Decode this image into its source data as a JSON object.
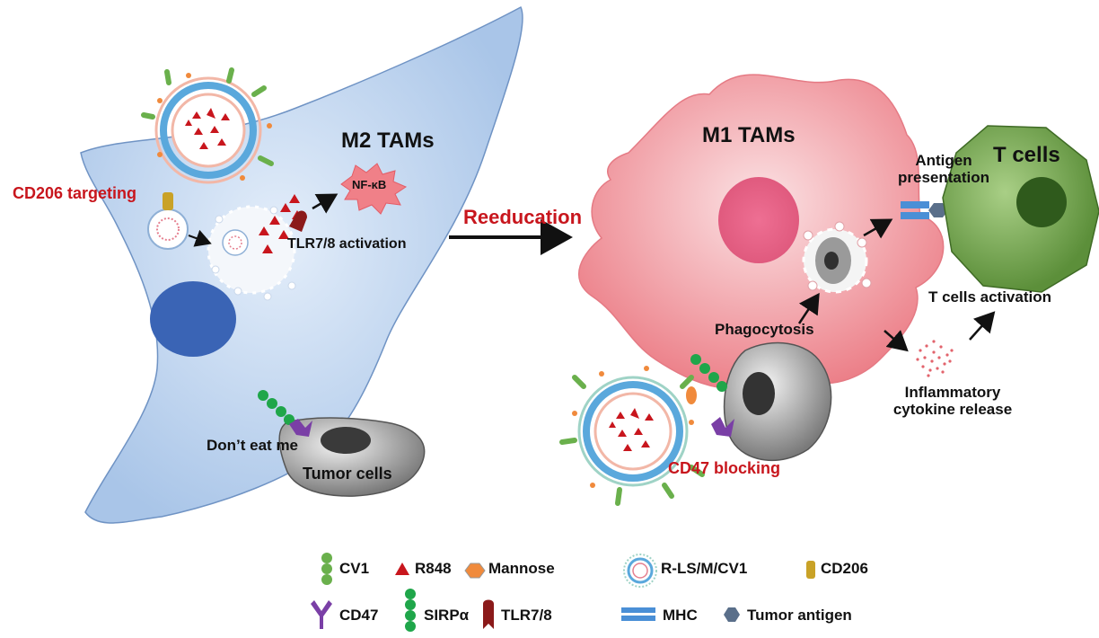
{
  "labels": {
    "m2_tams": "M2 TAMs",
    "cd206_targeting": "CD206 targeting",
    "nfkb": "NF-κB",
    "tlr_activation": "TLR7/8 activation",
    "dont_eat_me": "Don’t eat me",
    "tumor_cells": "Tumor cells",
    "reeducation": "Reeducation",
    "m1_tams": "M1 TAMs",
    "antigen_presentation_1": "Antigen",
    "antigen_presentation_2": "presentation",
    "t_cells": "T cells",
    "t_cells_activation": "T cells activation",
    "phagocytosis": "Phagocytosis",
    "inflammatory_1": "Inflammatory",
    "inflammatory_2": "cytokine release",
    "cd47_blocking": "CD47 blocking"
  },
  "legend": {
    "cv1": "CV1",
    "r848": "R848",
    "mannose": "Mannose",
    "rls": "R-LS/M/CV1",
    "cd206": "CD206",
    "cd47": "CD47",
    "sirpa": "SIRPα",
    "tlr78": "TLR7/8",
    "mhc": "MHC",
    "tumor_antigen": "Tumor antigen"
  },
  "colors": {
    "m2_cell": "#b8d0ec",
    "m1_cell": "#ee8a92",
    "t_cell": "#6e9e4a",
    "nucleus_m2": "#3a64b5",
    "nucleus_m1": "#e0557a",
    "tumor": "#8a8a8a",
    "accent_red": "#c8161d",
    "cv1_green": "#6ab04c",
    "sirpa_green": "#1fa64a",
    "cd47_purple": "#7a3fa6",
    "mannose_orange": "#f08a3c",
    "cd206_gold": "#c9a227",
    "tlr_darkred": "#8b1a1a",
    "mhc_blue": "#4a8fd6"
  }
}
